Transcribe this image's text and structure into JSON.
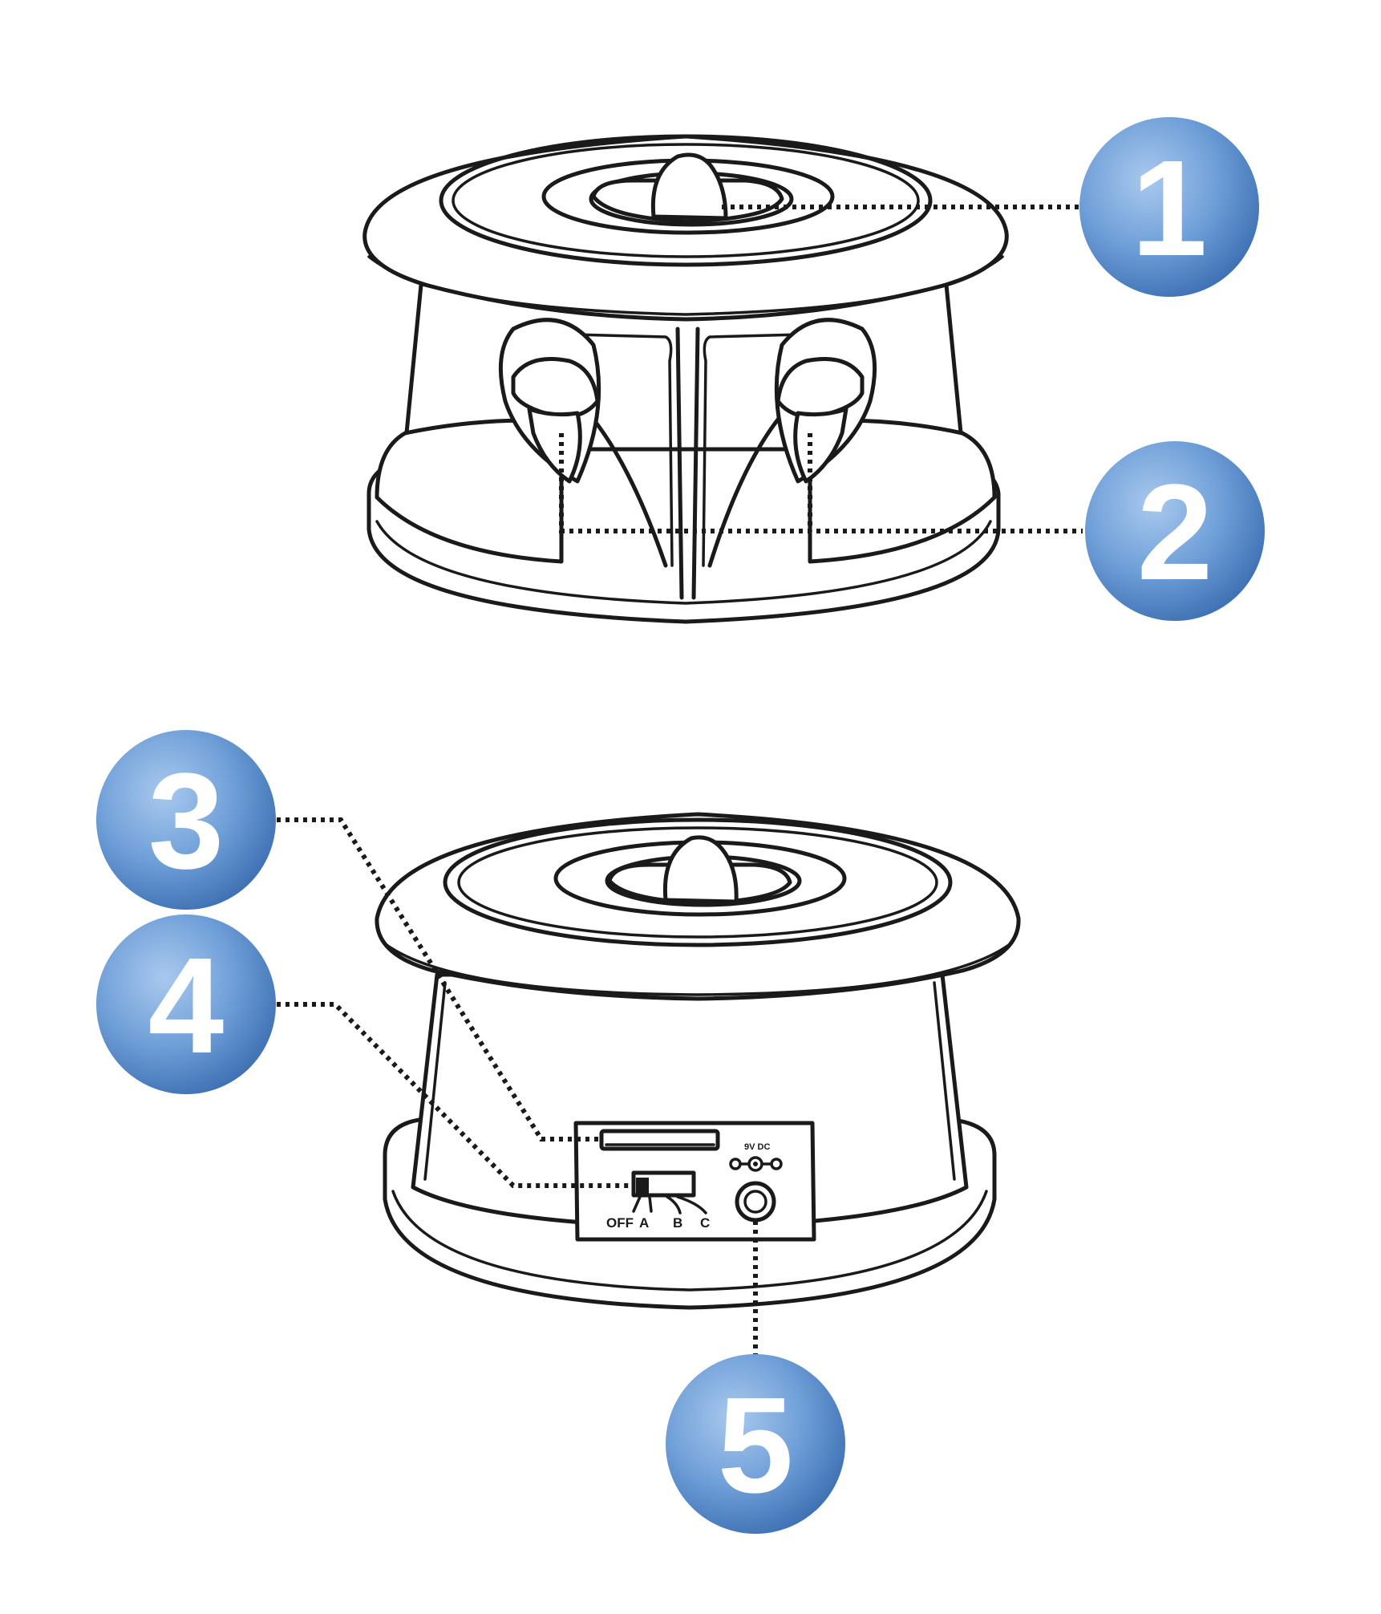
{
  "callouts": [
    {
      "number": "1",
      "color": "#6f9fd8"
    },
    {
      "number": "2",
      "color": "#6f9fd8"
    },
    {
      "number": "3",
      "color": "#6f9fd8"
    },
    {
      "number": "4",
      "color": "#6f9fd8"
    },
    {
      "number": "5",
      "color": "#6f9fd8"
    }
  ],
  "rear_panel": {
    "power_label": "9V DC",
    "switch_labels": {
      "off": "OFF",
      "a": "A",
      "b": "B",
      "c": "C"
    }
  }
}
